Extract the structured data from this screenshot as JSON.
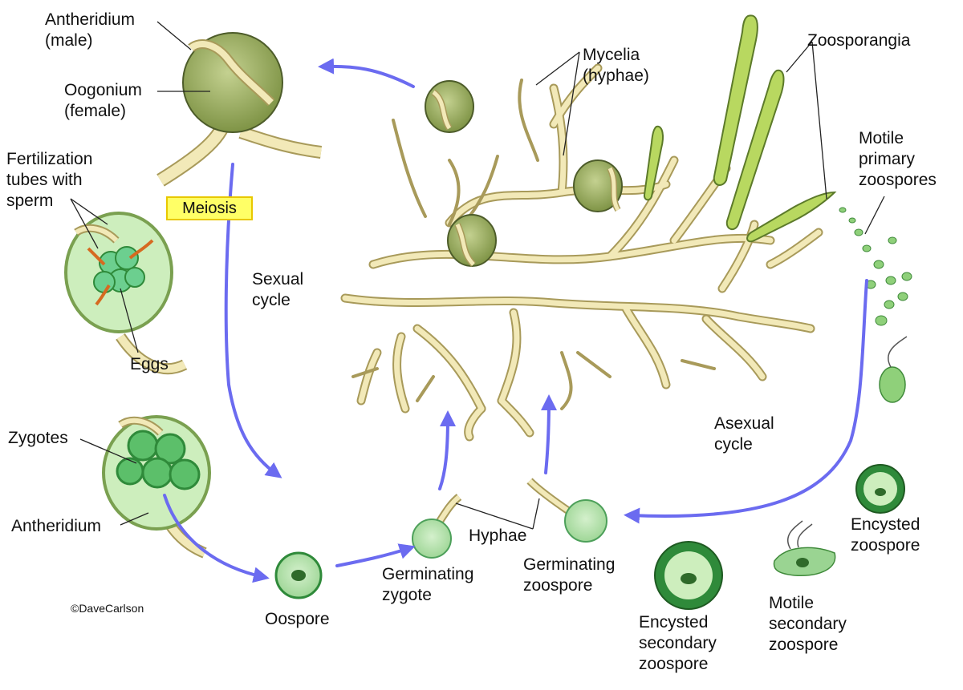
{
  "labels": {
    "antheridium_male": "Antheridium\n(male)",
    "oogonium_female": "Oogonium\n(female)",
    "fertilization_tubes": "Fertilization\ntubes with\nsperm",
    "eggs": "Eggs",
    "zygotes": "Zygotes",
    "antheridium": "Antheridium",
    "meiosis": "Meiosis",
    "sexual_cycle": "Sexual\ncycle",
    "mycelia": "Mycelia\n(hyphae)",
    "zoosporangia": "Zoosporangia",
    "motile_primary_zoospores": "Motile\nprimary\nzoospores",
    "asexual_cycle": "Asexual\ncycle",
    "encysted_zoospore": "Encysted\nzoospore",
    "motile_secondary_zoospore": "Motile\nsecondary\nzoospore",
    "encysted_secondary_zoospore": "Encysted\nsecondary\nzoospore",
    "germinating_zoospore": "Germinating\nzoospore",
    "hyphae": "Hyphae",
    "germinating_zygote": "Germinating\nzygote",
    "oospore": "Oospore",
    "credit": "©DaveCarlson"
  },
  "colors": {
    "arrow": "#6b6bf0",
    "hypha_fill": "#f2e9b8",
    "hypha_stroke": "#a89a5a",
    "oogonium_fill": "#a7b870",
    "cell_light": "#b8e6b0",
    "cell_mid": "#5cbf6a",
    "cell_dark": "#2f8a3a",
    "sporangium_fill": "#b8d860",
    "meiosis_bg": "#ffff66"
  }
}
